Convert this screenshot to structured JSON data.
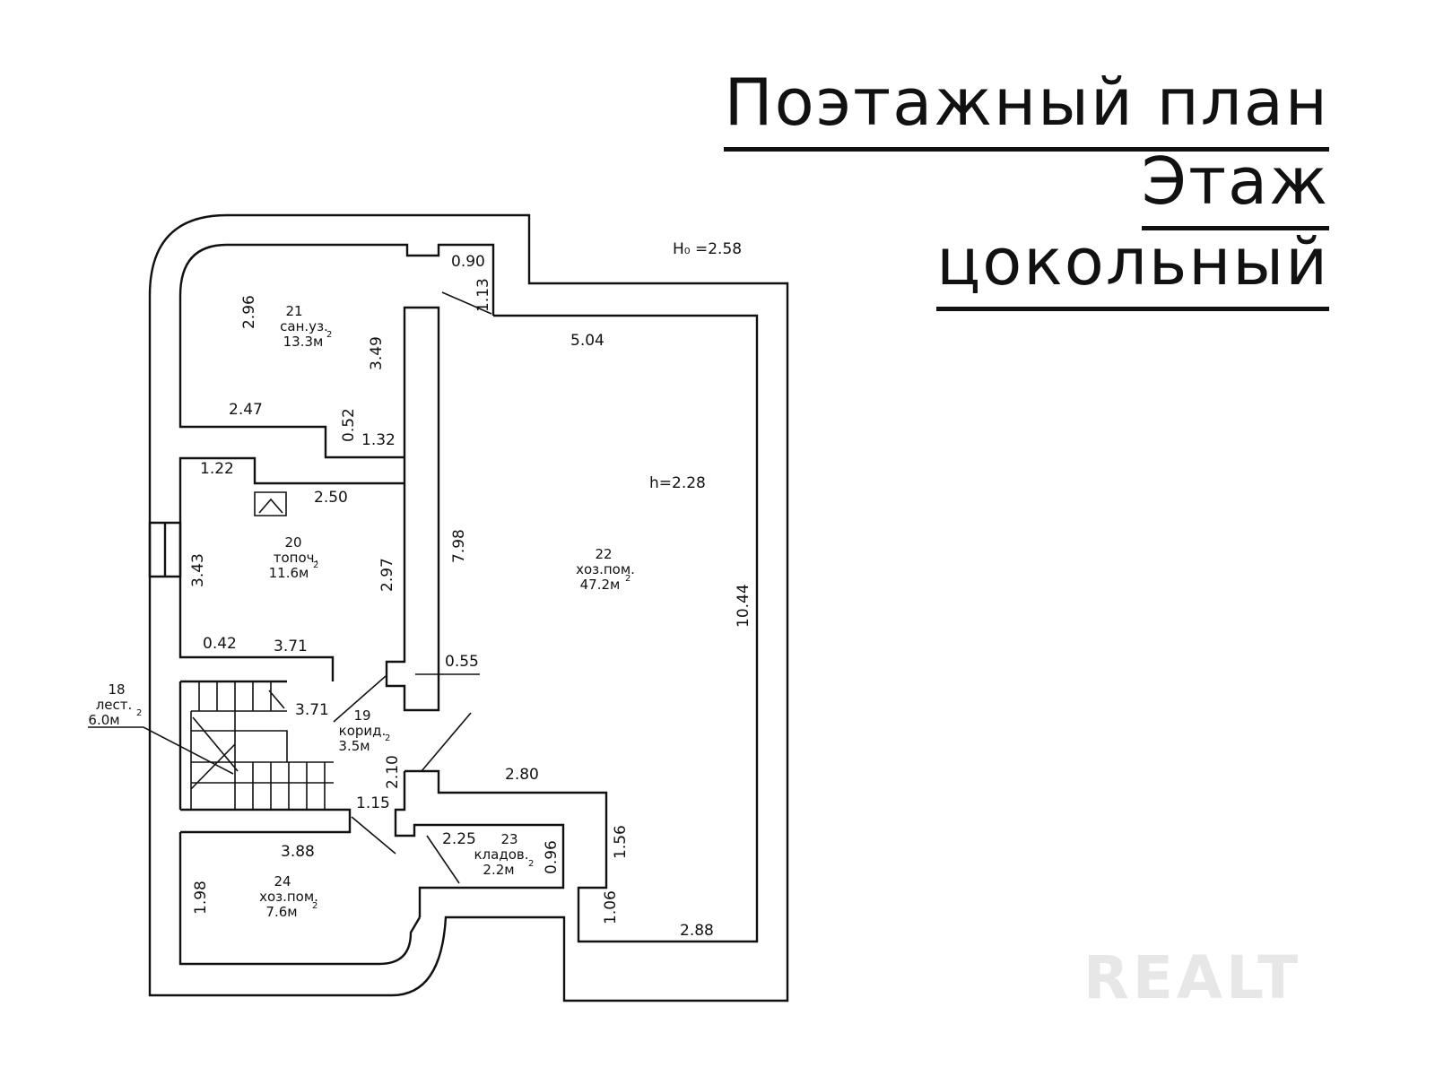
{
  "title": {
    "line1": "Поэтажный план",
    "line2": "Этаж",
    "line3": "цокольный"
  },
  "heights": {
    "h0": "H₀ =2.58",
    "h_room": "h=2.28"
  },
  "rooms": [
    {
      "number": "18",
      "name": "лест.",
      "area": "6.0м",
      "sup": "2"
    },
    {
      "number": "19",
      "name": "корид.",
      "area": "3.5м",
      "sup": "2"
    },
    {
      "number": "20",
      "name": "топоч.",
      "area": "11.6м",
      "sup": "2"
    },
    {
      "number": "21",
      "name": "сан.уз.",
      "area": "13.3м",
      "sup": "2"
    },
    {
      "number": "22",
      "name": "хоз.пом.",
      "area": "47.2м",
      "sup": "2"
    },
    {
      "number": "23",
      "name": "кладов.",
      "area": "2.2м",
      "sup": "2"
    },
    {
      "number": "24",
      "name": "хоз.пом.",
      "area": "7.6м",
      "sup": "2"
    }
  ],
  "dimensions": [
    "0.90",
    "2.96",
    "1.13",
    "3.49",
    "5.04",
    "2.47",
    "0.52",
    "1.32",
    "1.22",
    "2.50",
    "3.43",
    "2.97",
    "7.98",
    "10.44",
    "0.42",
    "3.71",
    "0.55",
    "3.71",
    "2.10",
    "2.80",
    "1.15",
    "3.88",
    "2.25",
    "0.96",
    "1.56",
    "1.98",
    "1.06",
    "2.88"
  ],
  "watermark": "REALT"
}
